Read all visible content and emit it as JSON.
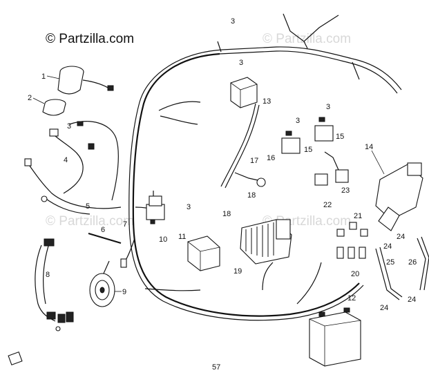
{
  "watermark": {
    "main": "© Partzilla.com",
    "faint": [
      "© Partzilla.com",
      "© Partzilla.com",
      "© Partzilla.com"
    ]
  },
  "page_number": "57",
  "callouts": [
    "1",
    "2",
    "3",
    "3",
    "4",
    "5",
    "6",
    "7",
    "8",
    "9",
    "10",
    "11",
    "3",
    "3",
    "13",
    "3",
    "3",
    "15",
    "15",
    "14",
    "17",
    "16",
    "18",
    "18",
    "19",
    "20",
    "21",
    "22",
    "23",
    "24",
    "24",
    "24",
    "24",
    "25",
    "26",
    "12"
  ]
}
